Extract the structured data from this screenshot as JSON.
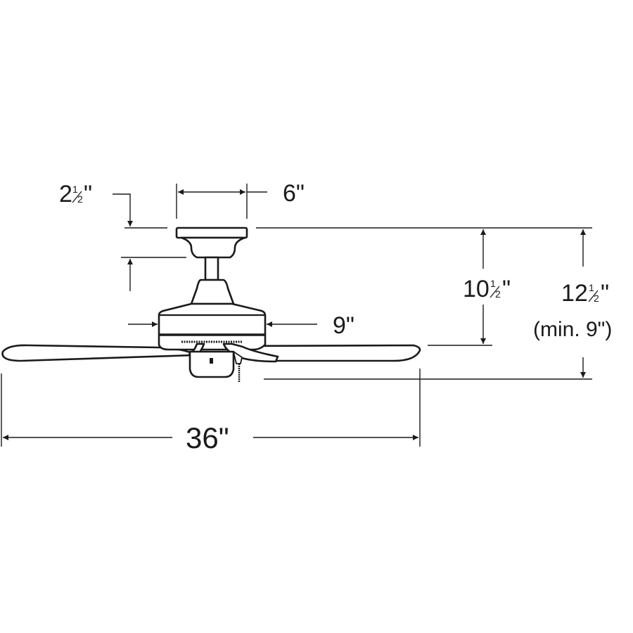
{
  "diagram": {
    "subject": "Ceiling fan dimension drawing",
    "background": "#ffffff",
    "line_color": "#1a1a1a",
    "dimensions": {
      "canopy_height": {
        "whole": "2",
        "frac_num": "1",
        "frac_den": "2",
        "unit": "\""
      },
      "canopy_width": {
        "label": "6\""
      },
      "motor_width": {
        "label": "9\""
      },
      "ceiling_to_blade": {
        "whole": "10",
        "frac_num": "1",
        "frac_den": "2",
        "unit": "\""
      },
      "ceiling_to_bottom": {
        "whole": "12",
        "frac_num": "1",
        "frac_den": "2",
        "unit": "\"",
        "note": "(min. 9\")"
      },
      "blade_span": {
        "label": "36\""
      }
    }
  }
}
